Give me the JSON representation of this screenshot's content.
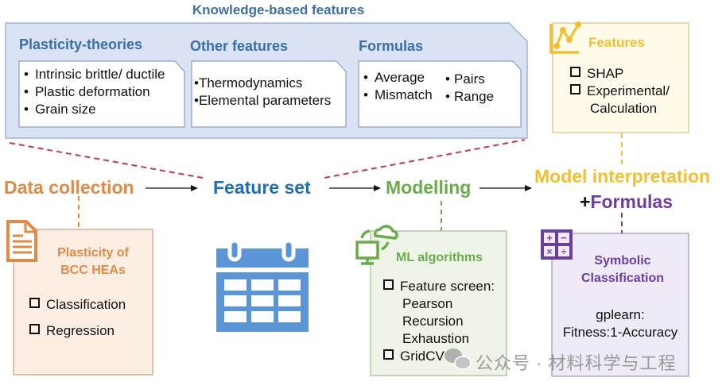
{
  "knowledge": {
    "title": "Knowledge-based features",
    "sections": [
      {
        "title": "Plasticity-theories",
        "items": [
          "Intrinsic brittle/ ductile",
          "Plastic deformation",
          "Grain size"
        ]
      },
      {
        "title": "Other features",
        "items": [
          "Thermodynamics",
          "Elemental parameters"
        ]
      },
      {
        "title": "Formulas",
        "items_col1": [
          "Average",
          "Mismatch"
        ],
        "items_col2": [
          "Pairs",
          "Range"
        ]
      }
    ]
  },
  "steps": {
    "data_collection": "Data collection",
    "feature_set": "Feature set",
    "modelling": "Modelling",
    "model_interpretation": "Model interpretation",
    "plus_formulas_plus": "+",
    "plus_formulas": "Formulas"
  },
  "boxes": {
    "data": {
      "title_line1": "Plasticity of",
      "title_line2": "BCC HEAs",
      "items": [
        "Classification",
        "Regression"
      ],
      "icon": "document-icon"
    },
    "ml": {
      "title": "ML algorithms",
      "item1": "Feature screen:",
      "sub_items": [
        "Pearson",
        "Recursion",
        "Exhaustion"
      ],
      "item2": "GridCV",
      "icon": "cloud-computer-icon"
    },
    "features": {
      "title": "Features",
      "items": [
        "SHAP",
        "Experimental/"
      ],
      "continuation": "Calculation",
      "icon": "line-chart-icon"
    },
    "symbolic": {
      "title_line1": "Symbolic",
      "title_line2": "Classification",
      "line1": "gplearn:",
      "line2": "Fitness:1-Accuracy",
      "icon": "calculator-icon"
    }
  },
  "watermark": {
    "text": "公众号 · 材料科学与工程",
    "icon": "wechat-icon"
  },
  "colors": {
    "blue": "#3b6fa6",
    "orange": "#e08a45",
    "green": "#6aac4a",
    "yellow": "#f0c030",
    "purple": "#6b3fa0",
    "panel_blue": "#d9e3f3",
    "dash_red": "#c0394a"
  }
}
